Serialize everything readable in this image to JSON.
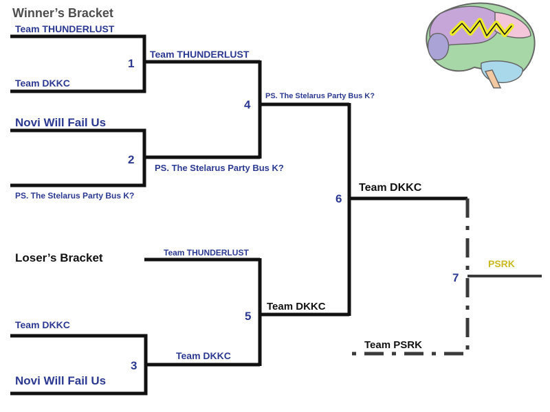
{
  "headings": {
    "winners": "Winner’s Bracket",
    "losers": "Loser’s Bracket"
  },
  "colors": {
    "team_blue": "#2b3990",
    "line_black": "#111111",
    "line_gray": "#3a3a3a",
    "winner_yellow": "#c9b81f",
    "heading_gray": "#4d4d4d"
  },
  "winners_bracket": {
    "match1": {
      "number": "1",
      "team_top": "Team THUNDERLUST",
      "team_bottom": "Team DKKC",
      "winner": "Team THUNDERLUST"
    },
    "match2": {
      "number": "2",
      "team_top": "Novi Will Fail Us",
      "team_bottom": "PS. The Stelarus Party Bus K?",
      "winner": "PS. The Stelarus Party Bus K?"
    },
    "match4": {
      "number": "4",
      "winner": "PS. The Stelarus Party Bus K?"
    }
  },
  "losers_bracket": {
    "match3": {
      "number": "3",
      "team_top": "Team DKKC",
      "team_bottom": "Novi Will Fail Us",
      "winner": "Team DKKC"
    },
    "match5": {
      "number": "5",
      "team_top": "Team THUNDERLUST",
      "winner": "Team DKKC"
    }
  },
  "finals": {
    "match6": {
      "number": "6",
      "winner": "Team DKKC"
    },
    "match7": {
      "number": "7",
      "challenger": "Team PSRK",
      "winner": "PSRK"
    }
  },
  "illustration": {
    "icon": "brain-icon"
  }
}
